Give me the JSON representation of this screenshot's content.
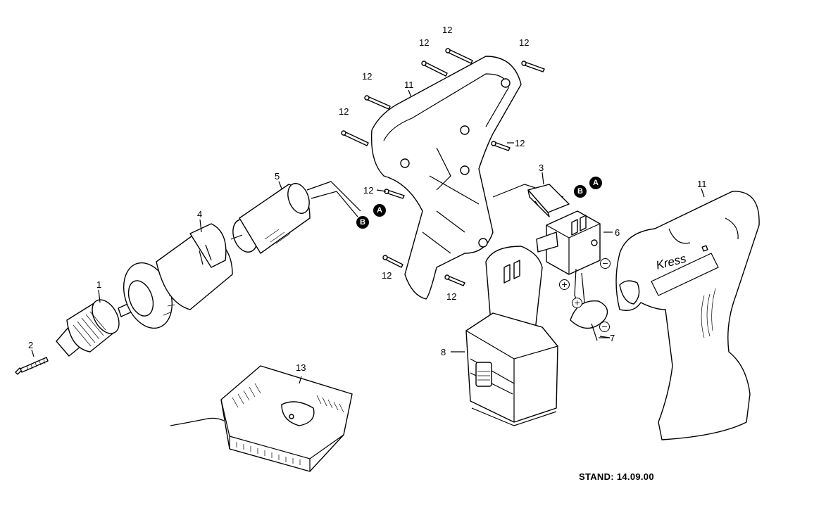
{
  "diagram": {
    "stand": "STAND: 14.09.00",
    "brand_text": "Kress",
    "connector_labels": [
      "A",
      "B"
    ],
    "polarity_signs": [
      "+",
      "−"
    ],
    "part_labels": {
      "chuck": "1",
      "screw": "2",
      "switch_cover": "3",
      "gearbox": "4",
      "motor": "5",
      "switch": "6",
      "terminal": "7",
      "battery": "8",
      "housing_half": "11",
      "housing_screw": "12",
      "charger": "13"
    }
  }
}
